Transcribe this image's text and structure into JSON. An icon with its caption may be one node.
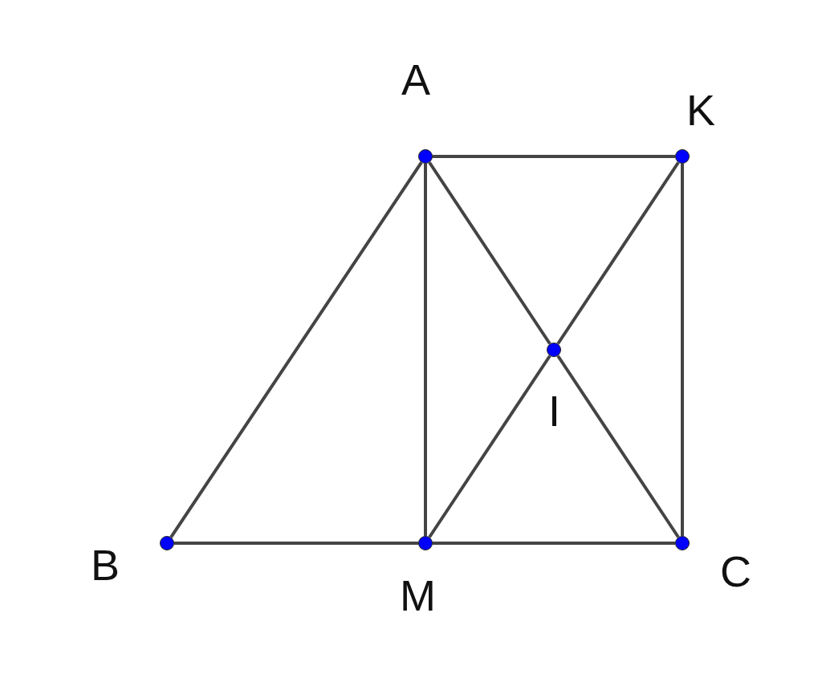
{
  "diagram": {
    "nodes": [
      {
        "text": [],
        "shape": "circle",
        "beside": [
          "A"
        ]
      },
      {
        "text": [],
        "shape": "circle",
        "beside": [
          "K"
        ]
      },
      {
        "text": [],
        "shape": "circle",
        "beside": [
          "I"
        ]
      },
      {
        "text": [],
        "shape": "circle",
        "beside": [
          "B"
        ]
      },
      {
        "text": [],
        "shape": "circle",
        "beside": [
          "M"
        ]
      },
      {
        "text": [],
        "shape": "circle",
        "beside": [
          "C"
        ]
      }
    ],
    "edges": [
      {
        "from": 0,
        "to": 1,
        "arrow": "none"
      },
      {
        "from": 0,
        "to": 3,
        "arrow": "none"
      },
      {
        "from": 0,
        "to": 4,
        "arrow": "none"
      },
      {
        "from": 0,
        "to": 2,
        "arrow": "none"
      },
      {
        "from": 2,
        "to": 5,
        "arrow": "none"
      },
      {
        "from": 1,
        "to": 2,
        "arrow": "none"
      },
      {
        "from": 2,
        "to": 4,
        "arrow": "none"
      },
      {
        "from": 1,
        "to": 5,
        "arrow": "none"
      },
      {
        "from": 3,
        "to": 4,
        "arrow": "none"
      },
      {
        "from": 4,
        "to": 5,
        "arrow": "none"
      }
    ]
  }
}
